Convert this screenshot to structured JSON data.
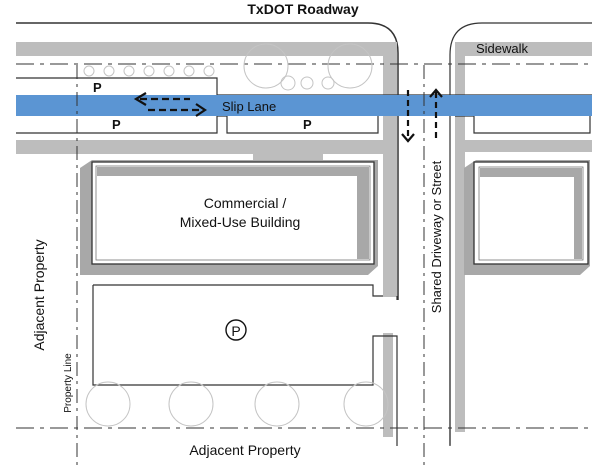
{
  "title": "TxDOT Roadway",
  "labels": {
    "sidewalk": "Sidewalk",
    "slip_lane": "Slip Lane",
    "building": [
      "Commercial /",
      "Mixed-Use Building"
    ],
    "adjacent_property_left": "Adjacent Property",
    "adjacent_property_bottom": "Adjacent Property",
    "property_line": "Property Line",
    "shared_driveway": "Shared Driveway or Street",
    "parking_symbol": "P",
    "parking_lot_symbol": "P"
  },
  "colors": {
    "slip_lane": "#5b95d3",
    "sidewalk": "#bdbdbd",
    "building_shadow": "#a8a8a8",
    "line": "#333333",
    "tree": "#c4c4c4"
  }
}
